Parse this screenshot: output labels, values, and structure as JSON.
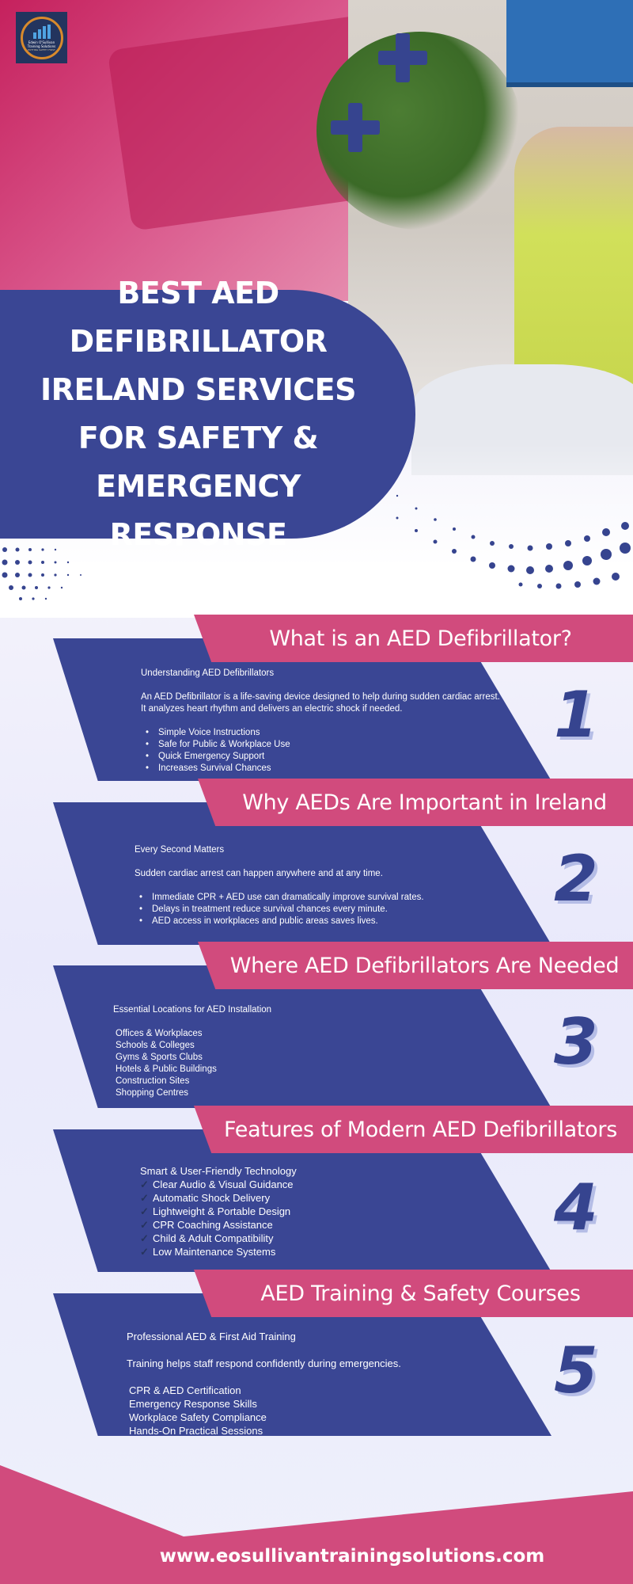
{
  "hero": {
    "title": "BEST AED DEFIBRILLATOR IRELAND SERVICES FOR SAFETY & EMERGENCY RESPONSE",
    "logo_name": "Edwin O'Sullivan",
    "logo_sub": "Training Solutions",
    "logo_tagline": "PUTTING SAFETY FIRST"
  },
  "colors": {
    "navy": "#3a4694",
    "pink": "#d14b7d",
    "number": "#36448f"
  },
  "sections": [
    {
      "heading": "What is an AED Defibrillator?",
      "number": "1",
      "subtitle": "Understanding AED Defibrillators",
      "paragraph": "An AED Defibrillator is a life-saving device designed to help during sudden cardiac arrest. It analyzes heart rhythm and delivers an electric shock if needed.",
      "items": [
        "Simple Voice Instructions",
        "Safe for Public & Workplace Use",
        "Quick Emergency Support",
        "Increases Survival Chances"
      ]
    },
    {
      "heading": "Why AEDs Are Important in Ireland",
      "number": "2",
      "subtitle": "Every Second Matters",
      "paragraph": "Sudden cardiac arrest can happen anywhere and at any time.",
      "items": [
        "Immediate CPR + AED use can dramatically improve survival rates.",
        "Delays in treatment reduce survival chances every minute.",
        "AED access in workplaces and public areas saves lives."
      ]
    },
    {
      "heading": "Where AED Defibrillators Are Needed",
      "number": "3",
      "subtitle": "Essential Locations for AED Installation",
      "items": [
        "Offices & Workplaces",
        "Schools & Colleges",
        "Gyms & Sports Clubs",
        "Hotels & Public Buildings",
        "Construction Sites",
        "Shopping Centres"
      ]
    },
    {
      "heading": "Features of Modern AED Defibrillators",
      "number": "4",
      "subtitle": "Smart & User-Friendly Technology",
      "items": [
        "Clear Audio & Visual Guidance",
        "Automatic Shock Delivery",
        "Lightweight & Portable Design",
        "CPR Coaching Assistance",
        "Child & Adult Compatibility",
        "Low Maintenance Systems"
      ]
    },
    {
      "heading": "AED Training & Safety Courses",
      "number": "5",
      "subtitle": "Professional AED & First Aid Training",
      "paragraph": "Training helps staff respond confidently during emergencies.",
      "items": [
        "CPR & AED Certification",
        "Emergency Response Skills",
        "Workplace Safety Compliance",
        "Hands-On Practical Sessions"
      ]
    }
  ],
  "footer": {
    "url": "www.eosullivantrainingsolutions.com"
  }
}
